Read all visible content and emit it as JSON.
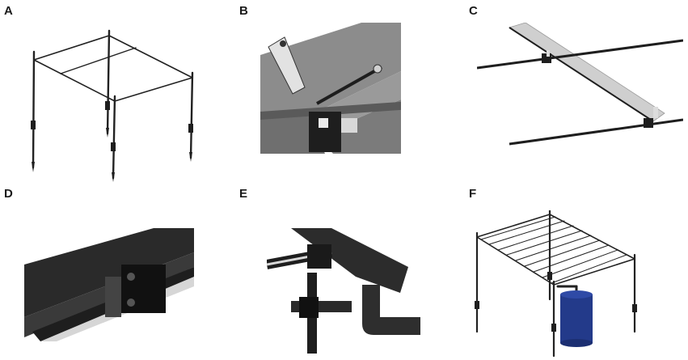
{
  "figure": {
    "panels": [
      {
        "label": "A",
        "illustration": "bare-frame-rendering"
      },
      {
        "label": "B",
        "illustration": "gutter-bracket-closeup"
      },
      {
        "label": "C",
        "illustration": "crossbar-strip-junction"
      },
      {
        "label": "D",
        "illustration": "gutter-clamp-closeup"
      },
      {
        "label": "E",
        "illustration": "downspout-joint-closeup"
      },
      {
        "label": "F",
        "illustration": "assembled-canopy-with-tank"
      }
    ],
    "colors": {
      "metal_dark": "#1e1e1e",
      "gutter_gray": "#8a8a8a",
      "strip_light": "#d4d4d4",
      "tank_blue": "#233a8a"
    }
  }
}
